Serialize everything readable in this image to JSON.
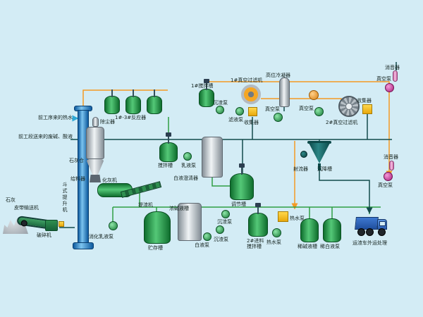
{
  "diagram": {
    "labels": {
      "hot_water_in": "前工序来的热水",
      "waste_liquor_in": "前工段送来的废碱、酸液",
      "dust_collector": "除尘器",
      "lime_silo": "石灰仓",
      "feeder": "给料器",
      "lime_slaker": "化灰机",
      "lime": "石灰",
      "belt_conveyor": "皮带输送机",
      "crusher": "破碎机",
      "bucket_elevator": "斗式提升机",
      "digestion_pump": "消化乳液泵",
      "storage_tank": "贮存槽",
      "slag_extractor": "提渣机",
      "reactors": "1#-3#反应器",
      "mixing_tank": "搅拌槽",
      "emulsion_pump": "乳液泵",
      "clarifier": "白液澄清器",
      "white_liquor_pump": "白液泵",
      "sediment_pump_a": "沉渣泵",
      "mixer1": "1#搅拌槽",
      "sediment_pump_b": "沉渣泵",
      "filtrate_pump": "滤液泵",
      "collector_a": "收集器",
      "vacuum_filter_1": "1#真空过滤机",
      "high_condenser": "高位冷凝器",
      "vacuum_pump_a": "真空泵",
      "vacuum_pump_b": "真空泵",
      "collector_b": "收集器",
      "vacuum_filter_2": "2#真空过滤机",
      "muffler_top": "消音器",
      "vacuum_pump_top": "真空泵",
      "jet_device": "射流器",
      "settling_tank": "沉降槽",
      "regulating_tank": "调节槽",
      "conc_alkali_tank": "浓碱液槽",
      "sediment_pump_c": "沉渣泵",
      "feed_mixer_2": "2#进料搅拌槽",
      "hot_water_pump_a": "热水泵",
      "hot_water_pump_b": "热水泵",
      "dilute_alkali_tank": "稀碱液槽",
      "dilute_white_pump": "稀白液泵",
      "slag_truck": "运渣车外运处理",
      "muffler_right": "消音器",
      "vacuum_pump_right": "真空泵"
    },
    "colors": {
      "background": "#d3ecf5",
      "pipe_orange": "#f59a23",
      "pipe_dark": "#134b4b",
      "pipe_green": "#2f9e44",
      "pipe_blue": "#2fa8d5",
      "equipment_green": "#2fae4a",
      "equipment_silver": "#c8ced4",
      "accent_yellow": "#f5c518",
      "accent_magenta": "#c8369f",
      "truck_blue": "#2a5fb4"
    }
  }
}
